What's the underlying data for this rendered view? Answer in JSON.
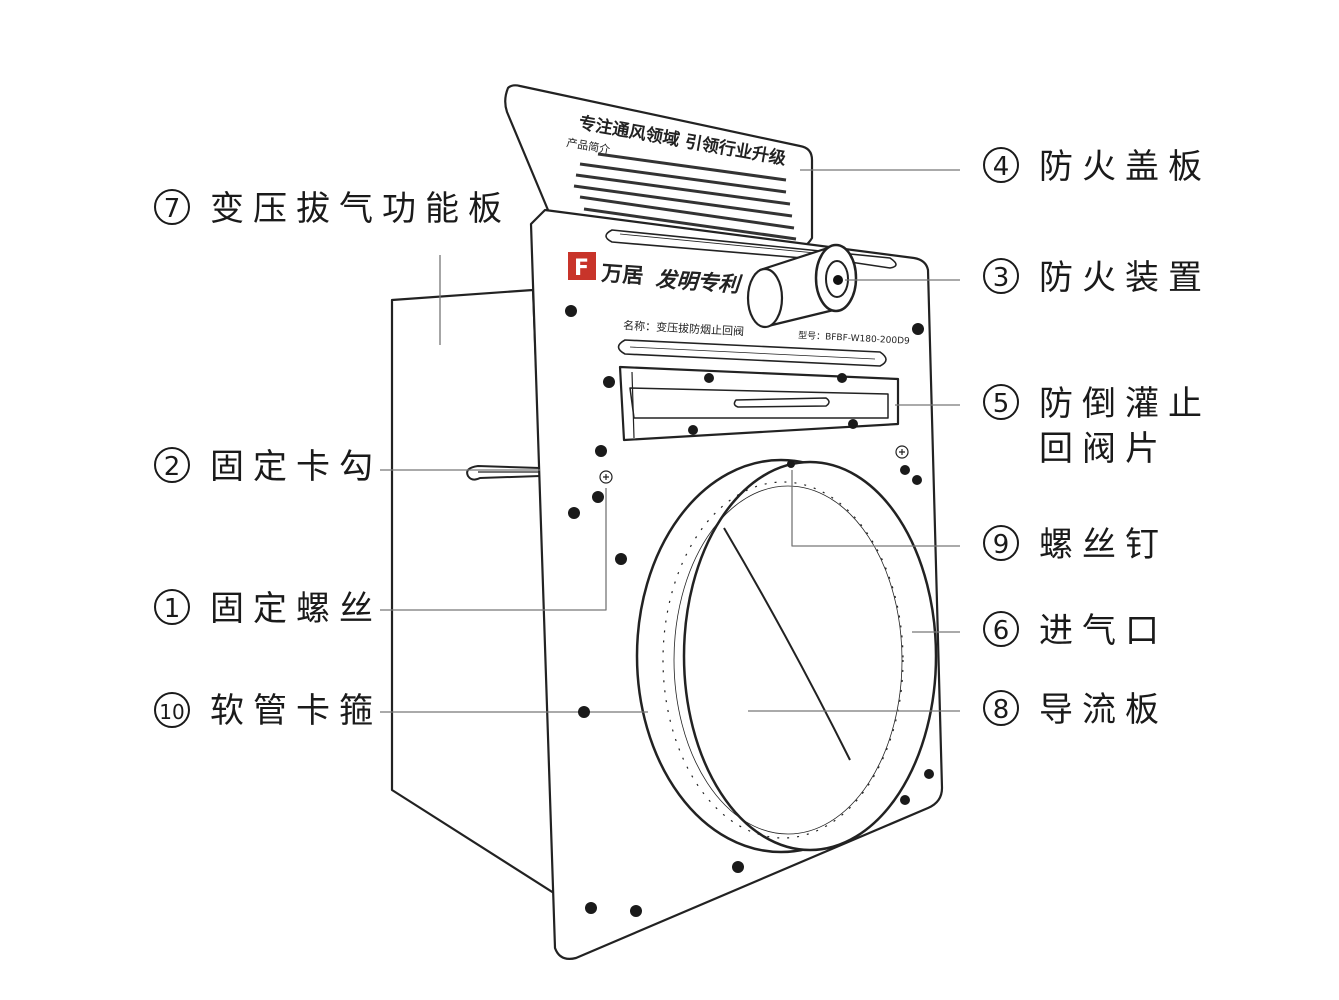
{
  "labels": {
    "l7": {
      "num": "7",
      "text": "变压拔气功能板"
    },
    "l2": {
      "num": "2",
      "text": "固定卡勾"
    },
    "l1": {
      "num": "1",
      "text": "固定螺丝"
    },
    "l10": {
      "num": "10",
      "text": "软管卡箍"
    },
    "l4": {
      "num": "4",
      "text": "防火盖板"
    },
    "l3": {
      "num": "3",
      "text": "防火装置"
    },
    "l5": {
      "num": "5",
      "text": "防倒灌止",
      "text2": "回阀片"
    },
    "l9": {
      "num": "9",
      "text": "螺丝钉"
    },
    "l6": {
      "num": "6",
      "text": "进气口"
    },
    "l8": {
      "num": "8",
      "text": "导流板"
    }
  },
  "device": {
    "cover_slogan": "专注通风领域 引领行业升级",
    "cover_sub": "产品简介",
    "brand_icon": "F-logo-mark",
    "brand": "万居",
    "patent": "发明专利",
    "name_line": "名称：变压拔防烟止回阀",
    "model_line": "型号：BFBF-W180-200D9"
  }
}
